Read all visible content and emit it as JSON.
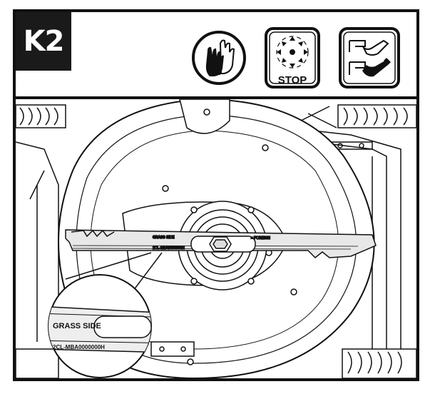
{
  "header": {
    "step_label": "K2"
  },
  "icons": {
    "gloves": "gloves-icon",
    "blade_stop": "blade-stop-icon",
    "key_remove": "remove-key-icon",
    "stop_label": "STOP"
  },
  "callout": {
    "label": "GRASS SIDE",
    "part_number": "2CL-MBA0000000H"
  },
  "blade": {
    "side_label": "GRASS SIDE",
    "marking": "2CL-MBA0000000H",
    "small_text": "≈ FOREIGN"
  }
}
